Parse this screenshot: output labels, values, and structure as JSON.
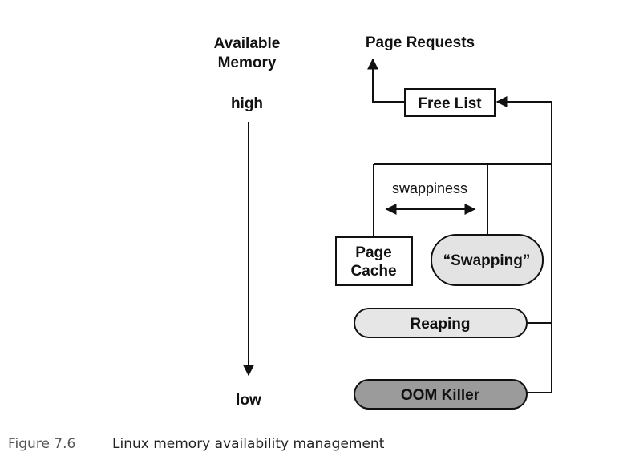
{
  "labels": {
    "available_memory_line1": "Available",
    "available_memory_line2": "Memory",
    "high": "high",
    "low": "low",
    "page_requests": "Page Requests",
    "free_list": "Free List",
    "swappiness": "swappiness",
    "page_cache_line1": "Page",
    "page_cache_line2": "Cache",
    "swapping": "“Swapping”",
    "reaping": "Reaping",
    "oom_killer": "OOM Killer"
  },
  "caption": {
    "number": "Figure 7.6",
    "text": "Linux memory availability management"
  },
  "colors": {
    "line": "#111111",
    "swapping_fill": "#e3e3e3",
    "reaping_fill": "#e6e6e6",
    "oom_fill": "#9b9b9b",
    "box_fill": "#ffffff"
  }
}
